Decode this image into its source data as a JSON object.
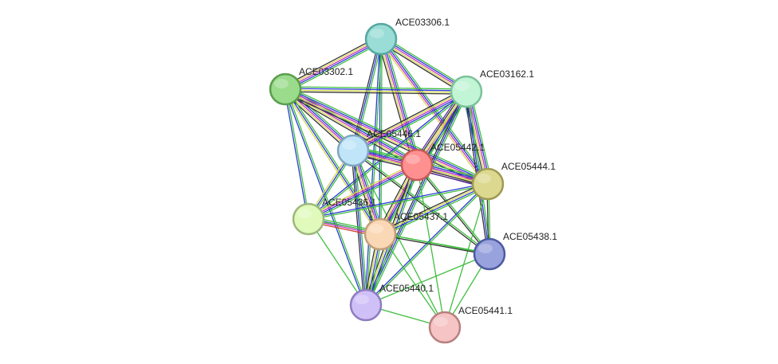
{
  "network": {
    "evidence_colors": {
      "green": "#3fbf3f",
      "blue": "#2b3bd6",
      "magenta": "#c230c2",
      "yellow": "#d6d64a",
      "black": "#333333",
      "purple": "#5a2ba6",
      "cyan": "#4aa6d6",
      "red": "#d63a2b"
    },
    "nodes": [
      {
        "id": "ACE03306.1",
        "label": "ACE03306.1",
        "fill": "#99ddd6",
        "stroke": "#55a89f"
      },
      {
        "id": "ACE03302.1",
        "label": "ACE03302.1",
        "fill": "#9adb8c",
        "stroke": "#5a9e4c"
      },
      {
        "id": "ACE03162.1",
        "label": "ACE03162.1",
        "fill": "#c2f5d6",
        "stroke": "#7cc29a"
      },
      {
        "id": "ACE05446.1",
        "label": "ACE05446.1",
        "fill": "#c0e4f8",
        "stroke": "#7fa6c2"
      },
      {
        "id": "ACE05442.1",
        "label": "ACE05442.1",
        "fill": "#ff9090",
        "stroke": "#c85a5a"
      },
      {
        "id": "ACE05444.1",
        "label": "ACE05444.1",
        "fill": "#dcd890",
        "stroke": "#9e9a52"
      },
      {
        "id": "ACE05436.1",
        "label": "ACE05436.1",
        "fill": "#e0fabc",
        "stroke": "#9eb87c"
      },
      {
        "id": "ACE05437.1",
        "label": "ACE05437.1",
        "fill": "#fad8b6",
        "stroke": "#c49e7c"
      },
      {
        "id": "ACE05438.1",
        "label": "ACE05438.1",
        "fill": "#98a2dc",
        "stroke": "#4c5aa0"
      },
      {
        "id": "ACE05440.1",
        "label": "ACE05440.1",
        "fill": "#d0c0f8",
        "stroke": "#8f7cc0"
      },
      {
        "id": "ACE05441.1",
        "label": "ACE05441.1",
        "fill": "#f6c4c4",
        "stroke": "#b88080"
      }
    ],
    "edges": [
      {
        "source": "ACE03306.1",
        "target": "ACE03302.1",
        "evidence": [
          "green",
          "blue",
          "magenta",
          "yellow",
          "black"
        ]
      },
      {
        "source": "ACE03306.1",
        "target": "ACE03162.1",
        "evidence": [
          "green",
          "blue",
          "magenta",
          "yellow",
          "black"
        ]
      },
      {
        "source": "ACE03306.1",
        "target": "ACE05446.1",
        "evidence": [
          "green",
          "blue",
          "black"
        ]
      },
      {
        "source": "ACE03306.1",
        "target": "ACE05442.1",
        "evidence": [
          "green",
          "blue",
          "magenta",
          "yellow",
          "black"
        ]
      },
      {
        "source": "ACE03306.1",
        "target": "ACE05444.1",
        "evidence": [
          "green",
          "blue",
          "magenta",
          "yellow"
        ]
      },
      {
        "source": "ACE03306.1",
        "target": "ACE05437.1",
        "evidence": [
          "green",
          "blue"
        ]
      },
      {
        "source": "ACE03306.1",
        "target": "ACE05440.1",
        "evidence": [
          "green",
          "blue"
        ]
      },
      {
        "source": "ACE03302.1",
        "target": "ACE03162.1",
        "evidence": [
          "green",
          "blue",
          "yellow",
          "black"
        ]
      },
      {
        "source": "ACE03302.1",
        "target": "ACE05446.1",
        "evidence": [
          "green",
          "blue",
          "magenta",
          "yellow",
          "black"
        ]
      },
      {
        "source": "ACE03302.1",
        "target": "ACE05442.1",
        "evidence": [
          "green",
          "blue",
          "magenta",
          "yellow",
          "black"
        ]
      },
      {
        "source": "ACE03302.1",
        "target": "ACE05444.1",
        "evidence": [
          "green",
          "blue",
          "magenta",
          "yellow",
          "black"
        ]
      },
      {
        "source": "ACE03302.1",
        "target": "ACE05436.1",
        "evidence": [
          "green",
          "blue"
        ]
      },
      {
        "source": "ACE03302.1",
        "target": "ACE05437.1",
        "evidence": [
          "green",
          "blue",
          "yellow"
        ]
      },
      {
        "source": "ACE03302.1",
        "target": "ACE05440.1",
        "evidence": [
          "green",
          "blue"
        ]
      },
      {
        "source": "ACE03162.1",
        "target": "ACE05446.1",
        "evidence": [
          "green",
          "blue",
          "magenta",
          "yellow",
          "black"
        ]
      },
      {
        "source": "ACE03162.1",
        "target": "ACE05442.1",
        "evidence": [
          "green",
          "blue",
          "magenta",
          "yellow",
          "black",
          "purple"
        ]
      },
      {
        "source": "ACE03162.1",
        "target": "ACE05444.1",
        "evidence": [
          "green",
          "blue",
          "magenta",
          "yellow",
          "black",
          "cyan"
        ]
      },
      {
        "source": "ACE03162.1",
        "target": "ACE05437.1",
        "evidence": [
          "green",
          "blue",
          "yellow"
        ]
      },
      {
        "source": "ACE03162.1",
        "target": "ACE05440.1",
        "evidence": [
          "green",
          "blue",
          "black"
        ]
      },
      {
        "source": "ACE03162.1",
        "target": "ACE05438.1",
        "evidence": [
          "green",
          "blue",
          "black"
        ]
      },
      {
        "source": "ACE03162.1",
        "target": "ACE05436.1",
        "evidence": [
          "green",
          "blue"
        ]
      },
      {
        "source": "ACE05446.1",
        "target": "ACE05442.1",
        "evidence": [
          "green",
          "blue",
          "magenta",
          "yellow",
          "black",
          "purple"
        ]
      },
      {
        "source": "ACE05446.1",
        "target": "ACE05444.1",
        "evidence": [
          "green",
          "blue",
          "magenta",
          "yellow",
          "black"
        ]
      },
      {
        "source": "ACE05446.1",
        "target": "ACE05436.1",
        "evidence": [
          "green",
          "blue",
          "yellow"
        ]
      },
      {
        "source": "ACE05446.1",
        "target": "ACE05437.1",
        "evidence": [
          "green",
          "blue",
          "magenta",
          "yellow",
          "black"
        ]
      },
      {
        "source": "ACE05446.1",
        "target": "ACE05438.1",
        "evidence": [
          "green",
          "black"
        ]
      },
      {
        "source": "ACE05446.1",
        "target": "ACE05440.1",
        "evidence": [
          "green",
          "blue",
          "black"
        ]
      },
      {
        "source": "ACE05446.1",
        "target": "ACE05441.1",
        "evidence": [
          "green"
        ]
      },
      {
        "source": "ACE05442.1",
        "target": "ACE05444.1",
        "evidence": [
          "green",
          "blue",
          "magenta",
          "yellow",
          "black",
          "purple"
        ]
      },
      {
        "source": "ACE05442.1",
        "target": "ACE05436.1",
        "evidence": [
          "green",
          "blue",
          "magenta",
          "yellow"
        ]
      },
      {
        "source": "ACE05442.1",
        "target": "ACE05437.1",
        "evidence": [
          "green",
          "blue",
          "magenta",
          "yellow",
          "black"
        ]
      },
      {
        "source": "ACE05442.1",
        "target": "ACE05438.1",
        "evidence": [
          "green",
          "black"
        ]
      },
      {
        "source": "ACE05442.1",
        "target": "ACE05440.1",
        "evidence": [
          "green",
          "blue",
          "yellow",
          "black"
        ]
      },
      {
        "source": "ACE05442.1",
        "target": "ACE05441.1",
        "evidence": [
          "green"
        ]
      },
      {
        "source": "ACE05444.1",
        "target": "ACE05436.1",
        "evidence": [
          "green",
          "blue"
        ]
      },
      {
        "source": "ACE05444.1",
        "target": "ACE05437.1",
        "evidence": [
          "green",
          "blue",
          "yellow",
          "black"
        ]
      },
      {
        "source": "ACE05444.1",
        "target": "ACE05438.1",
        "evidence": [
          "green",
          "black"
        ]
      },
      {
        "source": "ACE05444.1",
        "target": "ACE05440.1",
        "evidence": [
          "green",
          "blue"
        ]
      },
      {
        "source": "ACE05444.1",
        "target": "ACE05441.1",
        "evidence": [
          "green"
        ]
      },
      {
        "source": "ACE05436.1",
        "target": "ACE05437.1",
        "evidence": [
          "green",
          "blue",
          "magenta",
          "red"
        ]
      },
      {
        "source": "ACE05436.1",
        "target": "ACE05440.1",
        "evidence": [
          "green"
        ]
      },
      {
        "source": "ACE05436.1",
        "target": "ACE05438.1",
        "evidence": [
          "green"
        ]
      },
      {
        "source": "ACE05437.1",
        "target": "ACE05438.1",
        "evidence": [
          "green",
          "black"
        ]
      },
      {
        "source": "ACE05437.1",
        "target": "ACE05440.1",
        "evidence": [
          "green",
          "blue",
          "yellow",
          "black"
        ]
      },
      {
        "source": "ACE05437.1",
        "target": "ACE05441.1",
        "evidence": [
          "green"
        ]
      },
      {
        "source": "ACE05438.1",
        "target": "ACE05440.1",
        "evidence": [
          "green"
        ]
      },
      {
        "source": "ACE05438.1",
        "target": "ACE05441.1",
        "evidence": [
          "green"
        ]
      },
      {
        "source": "ACE05440.1",
        "target": "ACE05441.1",
        "evidence": [
          "green"
        ]
      }
    ]
  }
}
